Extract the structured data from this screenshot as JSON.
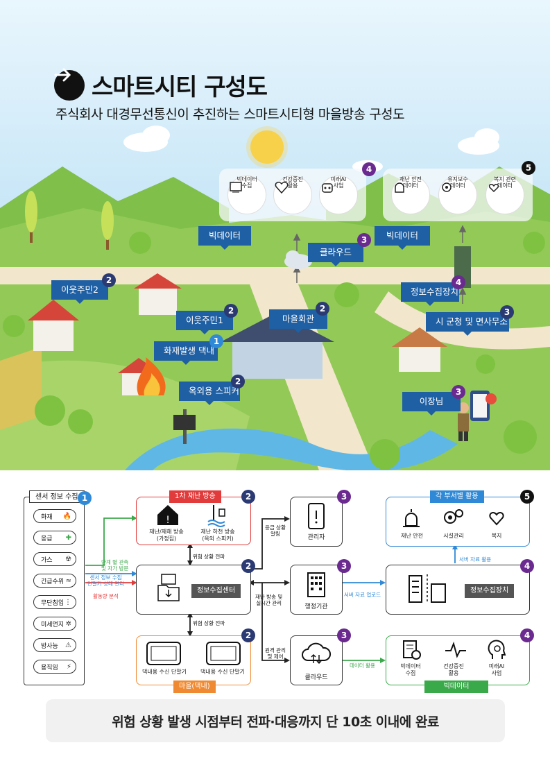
{
  "header": {
    "title": "스마트시티 구성도",
    "subtitle": "주식회사 대경무선통신이 추진하는 스마트시티형 마을방송 구성도"
  },
  "map": {
    "labels": {
      "bigdata_left": "빅데이터",
      "bigdata_right": "빅데이터",
      "cloud": "클라우드",
      "neighbor2": "이웃주민2",
      "neighbor1": "이웃주민1",
      "village_hall": "마을회관",
      "info_collector": "정보수집장치",
      "city_office": "시 군청 및 면사무소",
      "fire_house": "화재발생 댁내",
      "outdoor_speaker": "옥외용 스피커",
      "village_head": "이장님"
    },
    "numbers": {
      "bigdata_panel": "4",
      "dept_panel": "5",
      "cloud": "3",
      "neighbor2": "2",
      "neighbor1": "2",
      "village_hall": "2",
      "info_collector": "4",
      "city_office": "3",
      "fire_house": "1",
      "outdoor_speaker": "2",
      "village_head": "3"
    },
    "panel_left": [
      "빅데이터\n수집",
      "건강증진\n활용",
      "미래AI\n사업"
    ],
    "panel_right": [
      "재난 안전\n데이터",
      "유지보수\n데이터",
      "복지 관련\n데이터"
    ]
  },
  "flow": {
    "sensor_title": "센서 정보 수집",
    "sensor_num": "1",
    "sensors": [
      "화재",
      "응급",
      "가스",
      "긴급수위",
      "무단침입",
      "미세먼지",
      "방사능",
      "용직임"
    ],
    "sensor_icons": [
      "fire-icon",
      "ambulance-icon",
      "gas-icon",
      "water-level-icon",
      "footprint-icon",
      "dust-icon",
      "radiation-icon",
      "motion-icon"
    ],
    "broadcast_tag": "1차 재난 방송",
    "broadcast_num": "2",
    "broadcast_items": [
      "재난/재해 방송\n(가정집)",
      "재난 하천 방송\n(옥외 스피커)"
    ],
    "info_center": "정보수집센터",
    "info_center_num": "2",
    "village_tag": "마을(댁내)",
    "village_num": "2",
    "village_items": [
      "댁내용 수신 단말기",
      "댁내용 수신 단말기"
    ],
    "manager": "관리자",
    "manager_num": "3",
    "gov": "행정기관",
    "gov_num": "3",
    "cloud": "클라우드",
    "cloud_num": "3",
    "dept_tag": "각 부서별 활용",
    "dept_num": "5",
    "dept_items": [
      "재난 안전",
      "시설관리",
      "복지"
    ],
    "collector": "정보수집장치",
    "collector_num": "4",
    "bigdata_tag": "빅데이터",
    "bigdata_num": "4",
    "bigdata_items": [
      "빅데이터\n수집",
      "건강증진\n활용",
      "미래AI\n사업"
    ],
    "notes": {
      "green": "단계 별 관측\n및 자가 방문",
      "blue": "센서 정보 수집\n단말기 상태 관리",
      "red": "활동량 분석",
      "risk1": "위험 상황 전파",
      "risk2": "위험 상황 전파",
      "alert": "응급 상황\n알림",
      "disaster": "재난 방송 및\n실시간 관리",
      "remote": "원격 관리\n및 제어",
      "server_upload": "서버 자료 업로드",
      "server_use": "서버 자료 활용",
      "data_use": "데이터 활용"
    }
  },
  "footer": "위험 상황 발생 시점부터 전파·대응까지 단 10초 이내에 완료",
  "colors": {
    "navy": "#1f5fa3",
    "purple": "#6a2a8f",
    "red": "#e23b3b",
    "orange": "#f08a32",
    "green": "#3aa94a",
    "blue": "#2f89d6"
  }
}
